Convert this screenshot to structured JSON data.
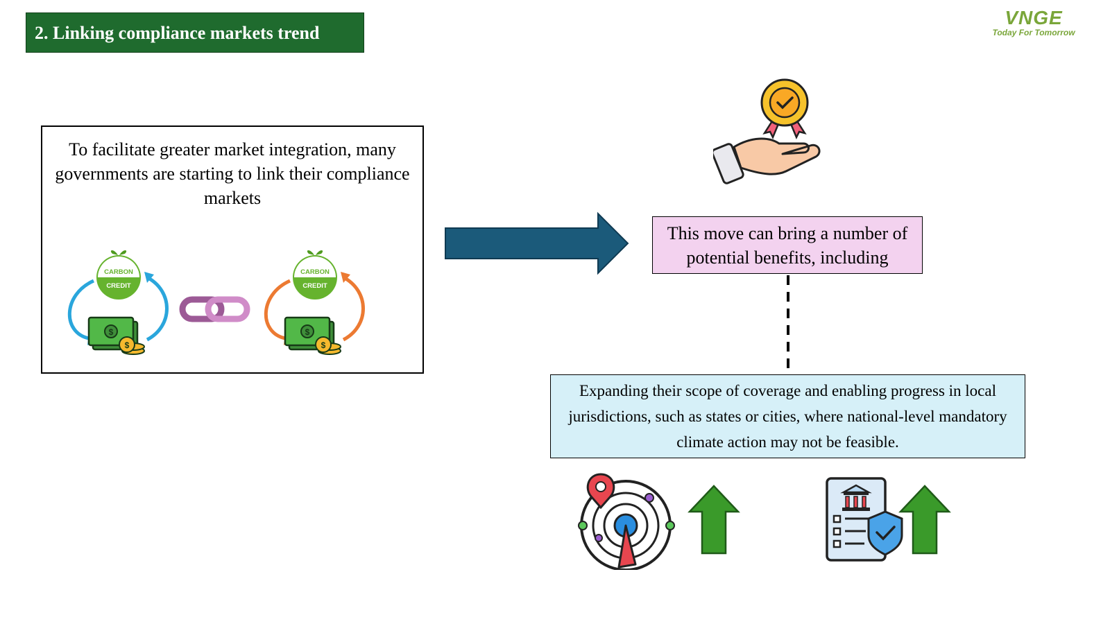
{
  "header": {
    "title": "2. Linking compliance markets trend"
  },
  "brand": {
    "logo": "VNGE",
    "tagline": "Today For Tomorrow"
  },
  "left_panel": {
    "text": "To facilitate greater market integration, many governments are starting to link their compliance markets",
    "credit_badges": [
      {
        "line1": "CARBON",
        "line2": "CREDIT"
      },
      {
        "line1": "CARBON",
        "line2": "CREDIT"
      }
    ]
  },
  "benefit_box": {
    "text": "This move can bring a number of potential benefits, including"
  },
  "expand_box": {
    "text": "Expanding their scope of coverage and enabling progress in local jurisdictions, such as states or cities, where national-level mandatory climate action may not be feasible."
  },
  "colors": {
    "title_bg": "#1f6b2e",
    "arrow": "#1b5a7a",
    "benefit_bg": "#f3d2ef",
    "expand_bg": "#d6f0f8",
    "up_arrow": "#3a9a2a",
    "credit_green": "#66b32e",
    "cycle_blue": "#2aa6dc",
    "cycle_orange": "#ec7a32",
    "chain": "#b060a8"
  },
  "icons": [
    "award-hand-icon",
    "carbon-credit-icon",
    "money-icon",
    "chain-link-icon",
    "radar-location-icon",
    "government-document-icon",
    "up-arrow-icon",
    "right-arrow-icon"
  ]
}
